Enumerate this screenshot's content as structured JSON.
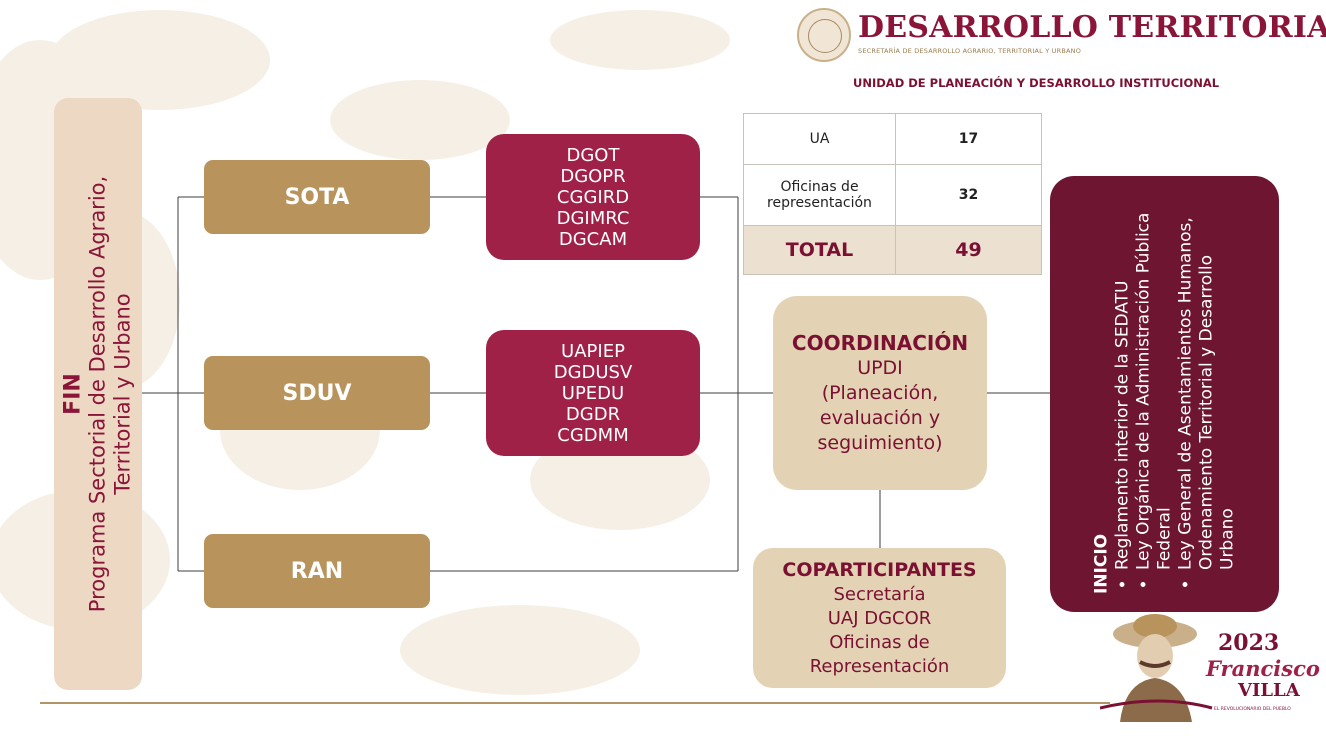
{
  "header": {
    "brand_title": "DESARROLLO TERRITORIAL",
    "brand_subtitle": "SECRETARÍA DE DESARROLLO AGRARIO, TERRITORIAL Y URBANO",
    "unit_label": "UNIDAD DE PLANEACIÓN Y DESARROLLO INSTITUCIONAL"
  },
  "fin": {
    "title": "FIN",
    "text": "Programa Sectorial de Desarrollo Agrario, Territorial y  Urbano"
  },
  "branches": [
    {
      "label": "SOTA",
      "units": [
        "DGOT",
        "DGOPR",
        "CGGIRD",
        "DGIMRC",
        "DGCAM"
      ]
    },
    {
      "label": "SDUV",
      "units": [
        "UAPIEP",
        "DGDUSV",
        "UPEDU",
        "DGDR",
        "CGDMM"
      ]
    },
    {
      "label": "RAN",
      "units": []
    }
  ],
  "summary_table": {
    "rows": [
      {
        "label": "UA",
        "value": "17"
      },
      {
        "label": "Oficinas de representación",
        "value": "32"
      },
      {
        "label": "TOTAL",
        "value": "49"
      }
    ]
  },
  "coordination": {
    "title": "COORDINACIÓN",
    "lines": [
      "UPDI",
      "(Planeación,",
      "evaluación y",
      "seguimiento)"
    ]
  },
  "coparticipants": {
    "title": "COPARTICIPANTES",
    "lines": [
      "Secretaría",
      "UAJ  DGCOR",
      "Oficinas de",
      "Representación"
    ]
  },
  "inicio": {
    "title": "INICIO",
    "items": [
      "Reglamento interior de la SEDATU",
      "Ley Orgánica de la Administración Pública Federal",
      "Ley General de Asentamientos Humanos, Ordenamiento Territorial y Desarrollo Urbano"
    ]
  },
  "logo": {
    "year": "2023",
    "name": "Francisco",
    "surname": "VILLA",
    "tagline": "EL REVOLUCIONARIO DEL PUEBLO"
  },
  "colors": {
    "maroon": "#a02148",
    "dark_maroon": "#6e1531",
    "gold": "#b8945c",
    "beige": "#e3d3b4",
    "light_beige": "#ecd8c3"
  }
}
